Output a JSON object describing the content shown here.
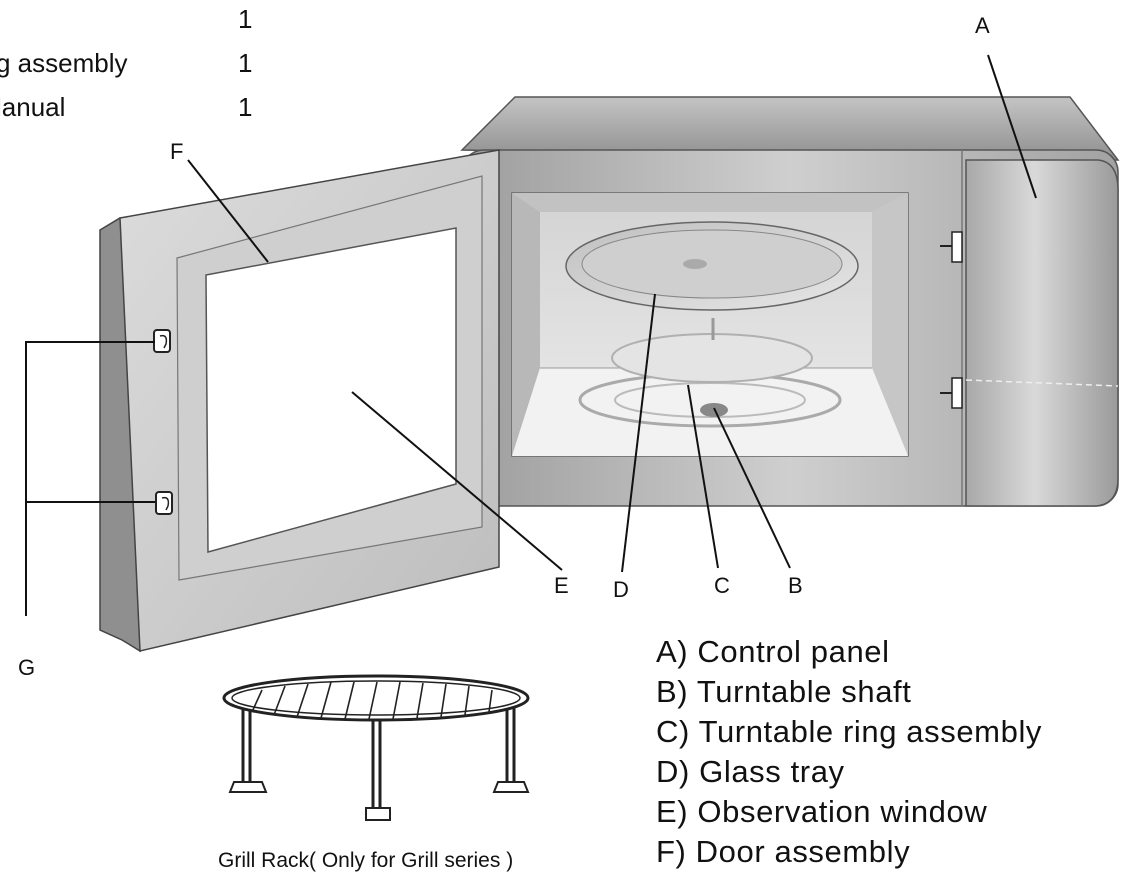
{
  "parts_list": {
    "items": [
      {
        "name": "",
        "qty": "1"
      },
      {
        "name": "g assembly",
        "qty": "1"
      },
      {
        "name": "lanual",
        "qty": "1"
      }
    ]
  },
  "callouts": {
    "a": "A",
    "b": "B",
    "c": "C",
    "d": "D",
    "e": "E",
    "f": "F",
    "g": "G"
  },
  "legend": {
    "items": [
      "A) Control panel",
      "B) Turntable shaft",
      "C) Turntable ring assembly",
      "D) Glass tray",
      "E) Observation window",
      "F) Door assembly"
    ]
  },
  "grill_rack": {
    "caption": "Grill Rack( Only for Grill series )"
  }
}
